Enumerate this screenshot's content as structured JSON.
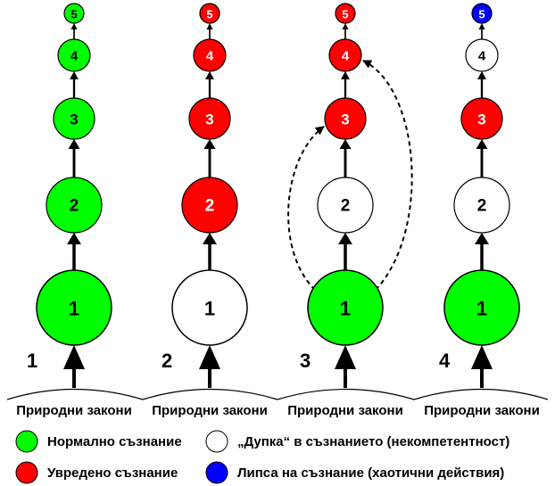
{
  "colors": {
    "normal": "#00ff00",
    "damaged": "#ff0000",
    "hole": "#ffffff",
    "none": "#0000ff"
  },
  "base_label": "Природни закони",
  "columns": [
    {
      "label": "1",
      "states": [
        "normal",
        "normal",
        "normal",
        "normal",
        "normal"
      ]
    },
    {
      "label": "2",
      "states": [
        "hole",
        "damaged",
        "damaged",
        "damaged",
        "damaged"
      ]
    },
    {
      "label": "3",
      "states": [
        "normal",
        "hole",
        "damaged",
        "damaged",
        "damaged"
      ]
    },
    {
      "label": "4",
      "states": [
        "normal",
        "hole",
        "damaged",
        "hole",
        "none"
      ]
    }
  ],
  "levels": [
    "1",
    "2",
    "3",
    "4",
    "5"
  ],
  "legend": [
    {
      "color": "normal",
      "text": "Нормално съзнание"
    },
    {
      "color": "hole",
      "text": "„Дупка“ в съзнанието (некомпетентност)"
    },
    {
      "color": "damaged",
      "text": "Увредено съзнание"
    },
    {
      "color": "none",
      "text": "Липса на съзнание (хаотични действия)"
    }
  ]
}
